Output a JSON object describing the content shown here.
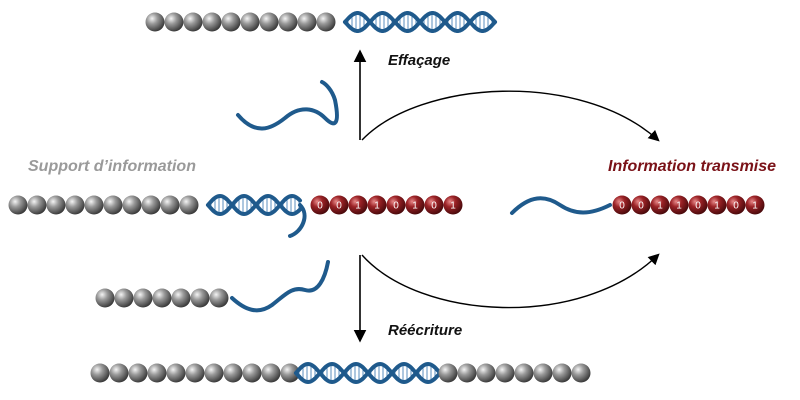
{
  "labels": {
    "effacage": "Effaçage",
    "reecriture": "Réécriture",
    "support": "Support d’information",
    "transmise": "Information transmise"
  },
  "bits": [
    "0",
    "0",
    "1",
    "1",
    "0",
    "1",
    "0",
    "1"
  ],
  "colors": {
    "bead_grey": "#8a8a8a",
    "bead_red": "#8b1e22",
    "dna_blue": "#1f5a8c",
    "label_grey": "#9a9a9a",
    "label_red": "#7a1218",
    "arrow": "#000000"
  }
}
